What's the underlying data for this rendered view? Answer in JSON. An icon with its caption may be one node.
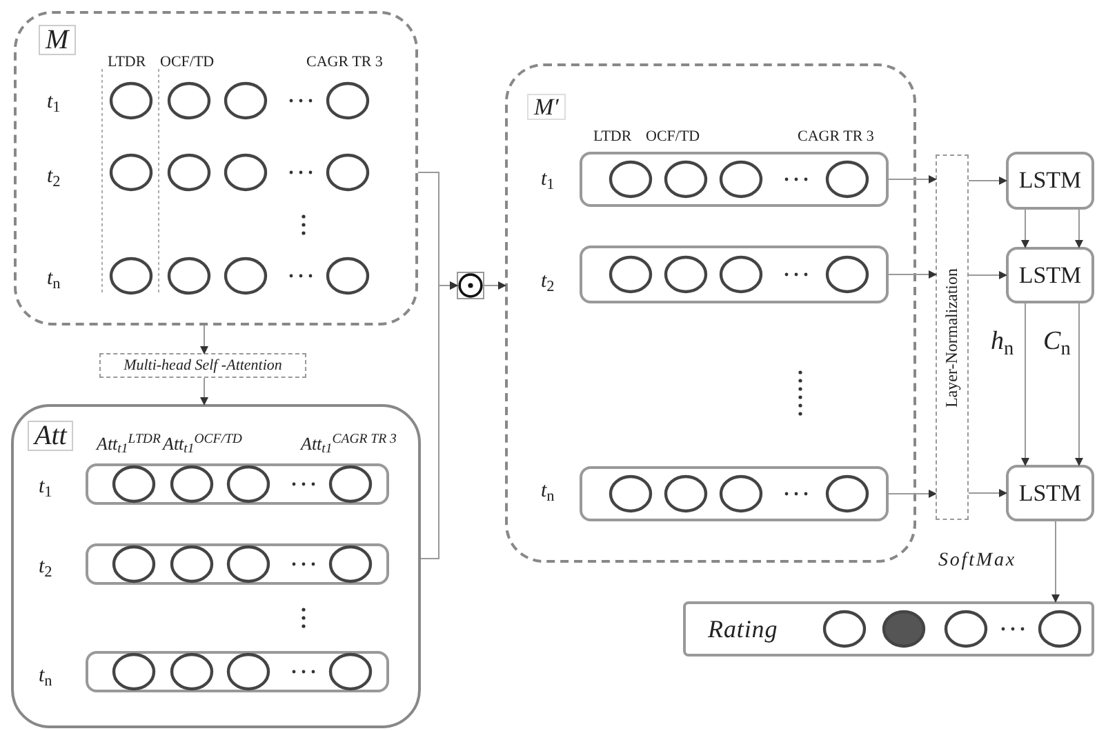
{
  "diagram": {
    "nodes": [
      {
        "text": [
          "*M*"
        ]
      },
      {
        "text": [
          "Multi-head Self -Attention"
        ]
      },
      {
        "text": [
          "*Att*"
        ]
      },
      {
        "text": [],
        "shape": "box",
        "in": 2
      },
      {
        "text": [],
        "shape": "box",
        "in": 2
      },
      {
        "text": [],
        "shape": "box",
        "in": 2
      },
      {
        "text": [],
        "shape": "circle"
      },
      {
        "text": [
          "*M′*"
        ]
      },
      {
        "text": [],
        "shape": "box",
        "in": 7
      },
      {
        "text": [],
        "shape": "box",
        "in": 7
      },
      {
        "text": [],
        "shape": "box",
        "in": 7
      },
      {
        "text": [
          "Layer-Normalization"
        ]
      },
      {
        "text": [
          "LSTM"
        ]
      },
      {
        "text": [
          "LSTM"
        ]
      },
      {
        "text": [
          "LSTM"
        ]
      },
      {
        "text": [
          "*Rating*"
        ]
      }
    ],
    "edges": [
      {
        "from": 0,
        "to": 1,
        "arrow": "to"
      },
      {
        "from": 1,
        "to": 2,
        "arrow": "to"
      },
      {
        "from": 0,
        "to": 6,
        "arrow": "to"
      },
      {
        "from": 2,
        "to": 6,
        "arrow": "to"
      },
      {
        "from": 6,
        "to": 7,
        "arrow": "to"
      },
      {
        "from": 8,
        "to": 11,
        "arrow": "to"
      },
      {
        "from": 9,
        "to": 11,
        "arrow": "to"
      },
      {
        "from": 10,
        "to": 11,
        "arrow": "to"
      },
      {
        "from": 11,
        "to": 12,
        "arrow": "to"
      },
      {
        "from": 11,
        "to": 13,
        "arrow": "to"
      },
      {
        "from": 11,
        "to": 14,
        "arrow": "to"
      },
      {
        "from": 12,
        "to": 13,
        "arrow": "to"
      },
      {
        "from": 12,
        "to": 13,
        "arrow": "to"
      },
      {
        "from": 13,
        "to": 14,
        "arrow": "to",
        "label": "*h*$_{n}$"
      },
      {
        "from": 13,
        "to": 14,
        "arrow": "to",
        "label": "*C*$_{n}$"
      },
      {
        "from": 14,
        "to": 15,
        "arrow": "to",
        "label": "*SoftMax*"
      }
    ],
    "labels": [
      "LTDR",
      "OCF/TD",
      "CAGR TR 3",
      "*t*$_{1}$",
      "*t*$_{2}$",
      "*t*$_{n}$",
      "*Att*$_{t1}$$^{LTDR}$",
      "*Att*$_{t1}$$^{OCF/TD}$",
      "*Att*$_{t1}$$^{CAGR TR 3}$",
      "*t*$_{1}$",
      "*t*$_{2}$",
      "*t*$_{n}$",
      "LTDR",
      "OCF/TD",
      "CAGR TR 3",
      "*t*$_{1}$",
      "*t*$_{2}$",
      "*t*$_{n}$"
    ]
  }
}
